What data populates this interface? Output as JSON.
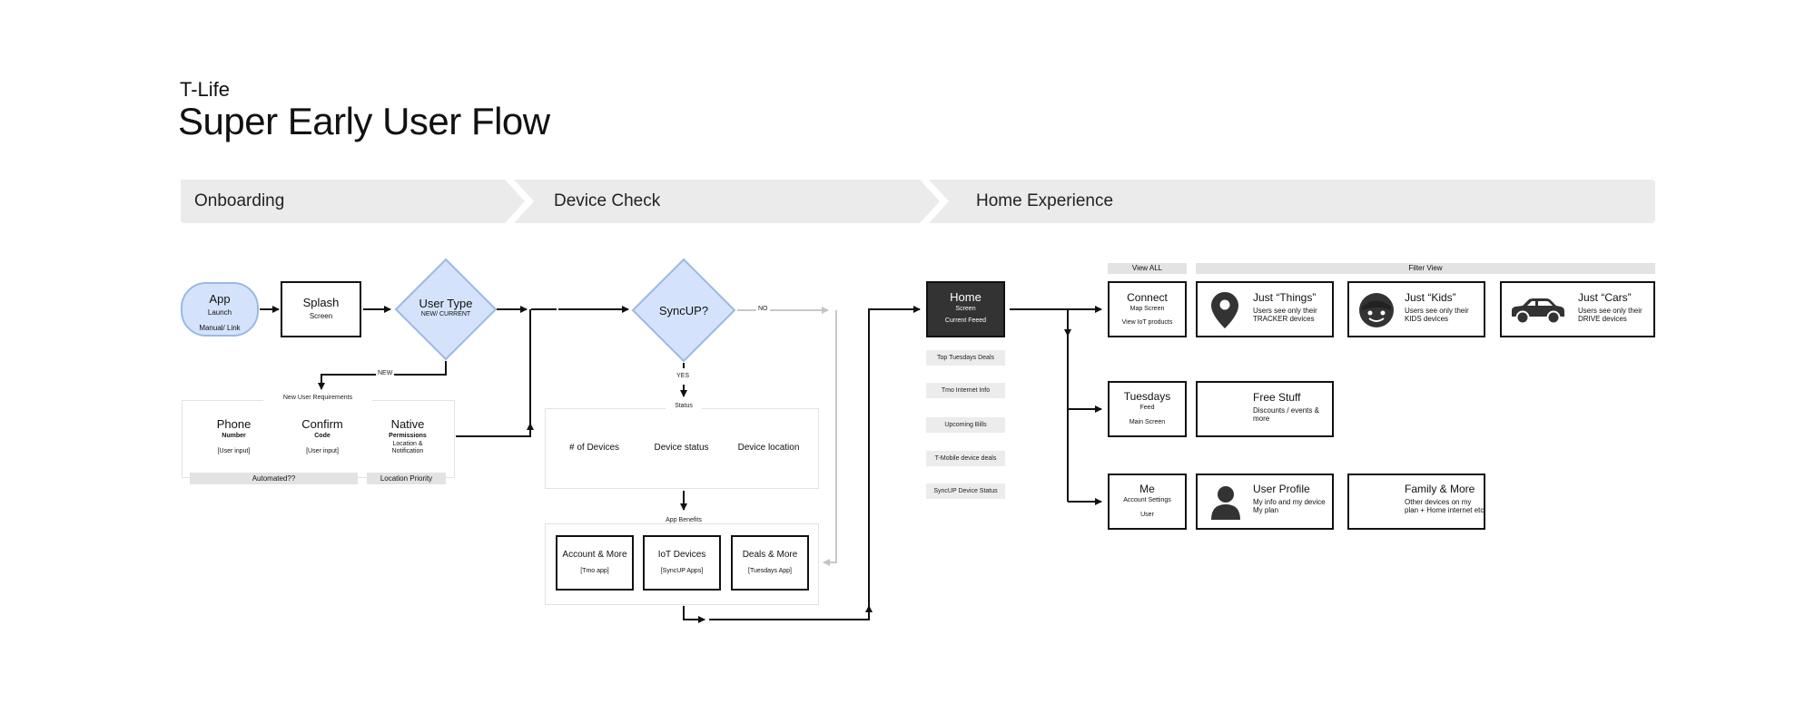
{
  "header": {
    "eyebrow": "T-Life",
    "title": "Super Early User Flow"
  },
  "phases": [
    "Onboarding",
    "Device Check",
    "Home Experience"
  ],
  "onboarding": {
    "app": {
      "title": "App",
      "sub1": "Launch",
      "sub2": "Manual/ Link"
    },
    "splash": {
      "title": "Splash",
      "sub": "Screen"
    },
    "user_type": {
      "title": "User Type",
      "sub": "NEW/ CURRENT"
    },
    "new_label": "NEW",
    "requirements_caption": "New User Requirements",
    "steps": [
      {
        "title": "Phone",
        "sub": "Number",
        "note": "[User input]"
      },
      {
        "title": "Confirm",
        "sub": "Code",
        "note": "[User input]"
      },
      {
        "title": "Native",
        "sub": "Permissions",
        "note": "Location & Notification"
      }
    ],
    "tags": [
      "Automated??",
      "Location Priority"
    ]
  },
  "device_check": {
    "sync_title": "SyncUP?",
    "no_label": "NO",
    "yes_label": "YES",
    "status_caption": "Status",
    "status_items": [
      "# of Devices",
      "Device status",
      "Device location"
    ],
    "benefits_caption": "App Benefits",
    "benefits": [
      {
        "title": "Account & More",
        "sub": "[Tmo app]"
      },
      {
        "title": "IoT Devices",
        "sub": "[SyncUP Apps]"
      },
      {
        "title": "Deals & More",
        "sub": "[Tuesdays App]"
      }
    ]
  },
  "home": {
    "home_box": {
      "title": "Home",
      "sub1": "Screen",
      "sub2": "Current Feeed"
    },
    "feed_tags": [
      "Top Tuesdays Deals",
      "Tmo Internet Info",
      "Upcoming Bills",
      "T-Mobile device deals",
      "SyncUP Device Status"
    ],
    "view_all": "View ALL",
    "filter_view": "Filter View",
    "connect": {
      "title": "Connect",
      "sub1": "Map Screen",
      "sub2": "View IoT products"
    },
    "filters": [
      {
        "title": "Just “Things”",
        "desc": "Users see only their TRACKER devices",
        "icon": "location-pin-icon"
      },
      {
        "title": "Just “Kids”",
        "desc": "Users see only their KIDS devices",
        "icon": "kid-face-icon"
      },
      {
        "title": "Just “Cars”",
        "desc": "Users see only their DRIVE devices",
        "icon": "car-icon"
      }
    ],
    "tuesdays": {
      "title": "Tuesdays",
      "sub1": "Feed",
      "sub2": "Main Screen"
    },
    "free_stuff": {
      "title": "Free Stuff",
      "desc": "Discounts / events & more"
    },
    "me": {
      "title": "Me",
      "sub1": "Account Settings",
      "sub2": "User"
    },
    "user_profile": {
      "title": "User Profile",
      "desc": "My info and my device My plan",
      "icon": "person-icon"
    },
    "family": {
      "title": "Family & More",
      "desc": "Other devices on my plan + Home internet etc"
    }
  },
  "colors": {
    "blue_fill": "#d4e3fb",
    "blue_stroke": "#9bb8e6",
    "orange_fill": "#fbe1bd",
    "orange_stroke": "#e6aa62",
    "phase_bar": "#ebebeb",
    "home_fill": "#333333",
    "line": "#111111",
    "no_line": "#c8c8c8"
  }
}
